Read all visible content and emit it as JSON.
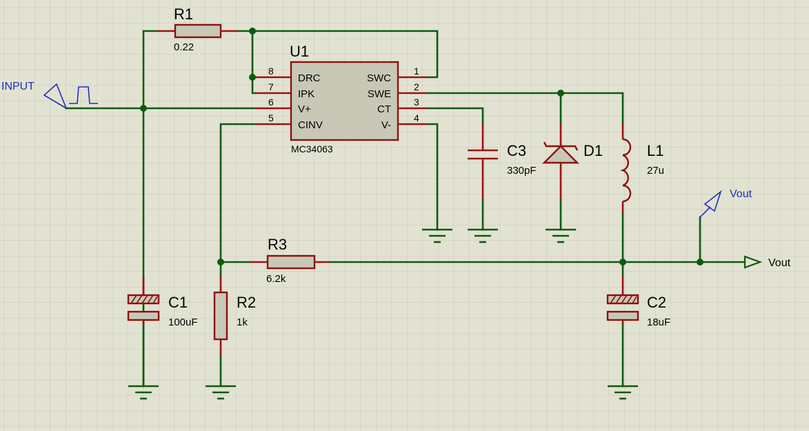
{
  "r1": {
    "ref": "R1",
    "value": "0.22"
  },
  "r2": {
    "ref": "R2",
    "value": "1k"
  },
  "r3": {
    "ref": "R3",
    "value": "6.2k"
  },
  "c1": {
    "ref": "C1",
    "value": "100uF"
  },
  "c2": {
    "ref": "C2",
    "value": "18uF"
  },
  "c3": {
    "ref": "C3",
    "value": "330pF"
  },
  "d1": {
    "ref": "D1"
  },
  "l1": {
    "ref": "L1",
    "value": "27u"
  },
  "u1": {
    "ref": "U1",
    "part": "MC34063",
    "pins_left": [
      {
        "num": "8",
        "name": "DRC"
      },
      {
        "num": "7",
        "name": "IPK"
      },
      {
        "num": "6",
        "name": "V+"
      },
      {
        "num": "5",
        "name": "CINV"
      }
    ],
    "pins_right": [
      {
        "num": "1",
        "name": "SWC"
      },
      {
        "num": "2",
        "name": "SWE"
      },
      {
        "num": "3",
        "name": "CT"
      },
      {
        "num": "4",
        "name": "V-"
      }
    ]
  },
  "input_terminal": {
    "label": "INPUT"
  },
  "vout_probe": {
    "label": "Vout"
  },
  "vout_terminal": {
    "label": "Vout"
  },
  "colors": {
    "background": "#e2e2d2",
    "grid": "#c9c9b8",
    "wire": "#0e5a0e",
    "component": "#8b1010",
    "probe": "#1f2fb8"
  }
}
